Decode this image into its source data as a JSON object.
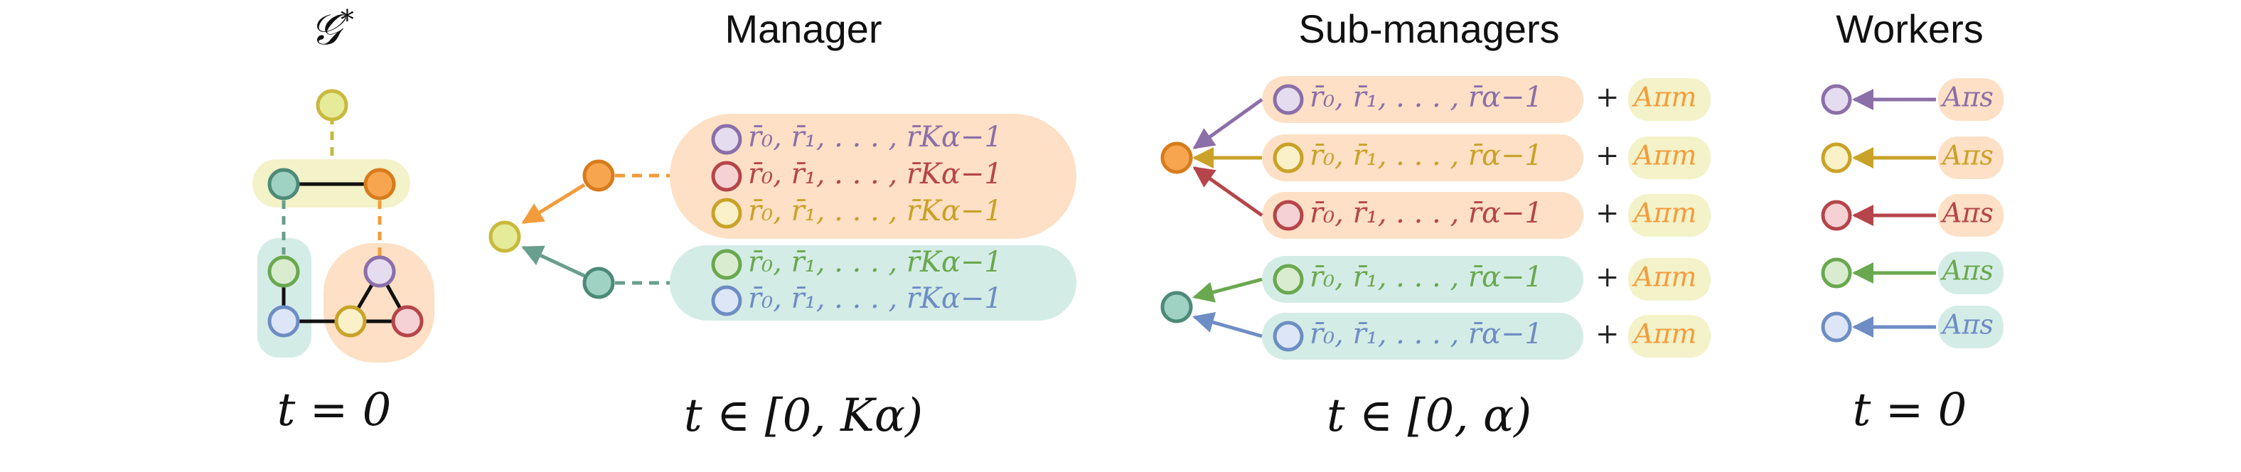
{
  "columns": {
    "graph": {
      "title": "𝒢",
      "title_sup": "*",
      "time": "t = 0"
    },
    "manager": {
      "title": "Manager",
      "time": "t ∈ [0, Kα)"
    },
    "submanagers": {
      "title": "Sub-managers",
      "time": "t ∈ [0, α)"
    },
    "workers": {
      "title": "Workers",
      "time": "t = 0"
    }
  },
  "colors": {
    "purple": "#8b6fa8",
    "red": "#b5454a",
    "yellow": "#c9a227",
    "green": "#6aa84f",
    "blue": "#6d8dc4",
    "orange": "#f39c3b",
    "teal": "#6a9e8e",
    "orange_bg": "#fde0c5",
    "teal_bg": "#d4ece6",
    "yellow_bg": "#f3f2c9"
  },
  "manager_groups": [
    {
      "rows": [
        {
          "color": "purple",
          "text": "r̄₀, r̄₁, . . . , r̄Kα−1"
        },
        {
          "color": "red",
          "text": "r̄₀, r̄₁, . . . , r̄Kα−1"
        },
        {
          "color": "yellow",
          "text": "r̄₀, r̄₁, . . . , r̄Kα−1"
        }
      ]
    },
    {
      "rows": [
        {
          "color": "green",
          "text": "r̄₀, r̄₁, . . . , r̄Kα−1"
        },
        {
          "color": "blue",
          "text": "r̄₀, r̄₁, . . . , r̄Kα−1"
        }
      ]
    }
  ],
  "submanager_rows": [
    {
      "color": "purple",
      "text": "r̄₀, r̄₁, . . . , r̄α−1",
      "plus": "+",
      "adv": "Aπm"
    },
    {
      "color": "yellow",
      "text": "r̄₀, r̄₁, . . . , r̄α−1",
      "plus": "+",
      "adv": "Aπm"
    },
    {
      "color": "red",
      "text": "r̄₀, r̄₁, . . . , r̄α−1",
      "plus": "+",
      "adv": "Aπm"
    },
    {
      "color": "green",
      "text": "r̄₀, r̄₁, . . . , r̄α−1",
      "plus": "+",
      "adv": "Aπm"
    },
    {
      "color": "blue",
      "text": "r̄₀, r̄₁, . . . , r̄α−1",
      "plus": "+",
      "adv": "Aπm"
    }
  ],
  "worker_rows": [
    {
      "color": "purple",
      "adv": "Aπs"
    },
    {
      "color": "yellow",
      "adv": "Aπs"
    },
    {
      "color": "red",
      "adv": "Aπs"
    },
    {
      "color": "green",
      "adv": "Aπs"
    },
    {
      "color": "blue",
      "adv": "Aπs"
    }
  ]
}
